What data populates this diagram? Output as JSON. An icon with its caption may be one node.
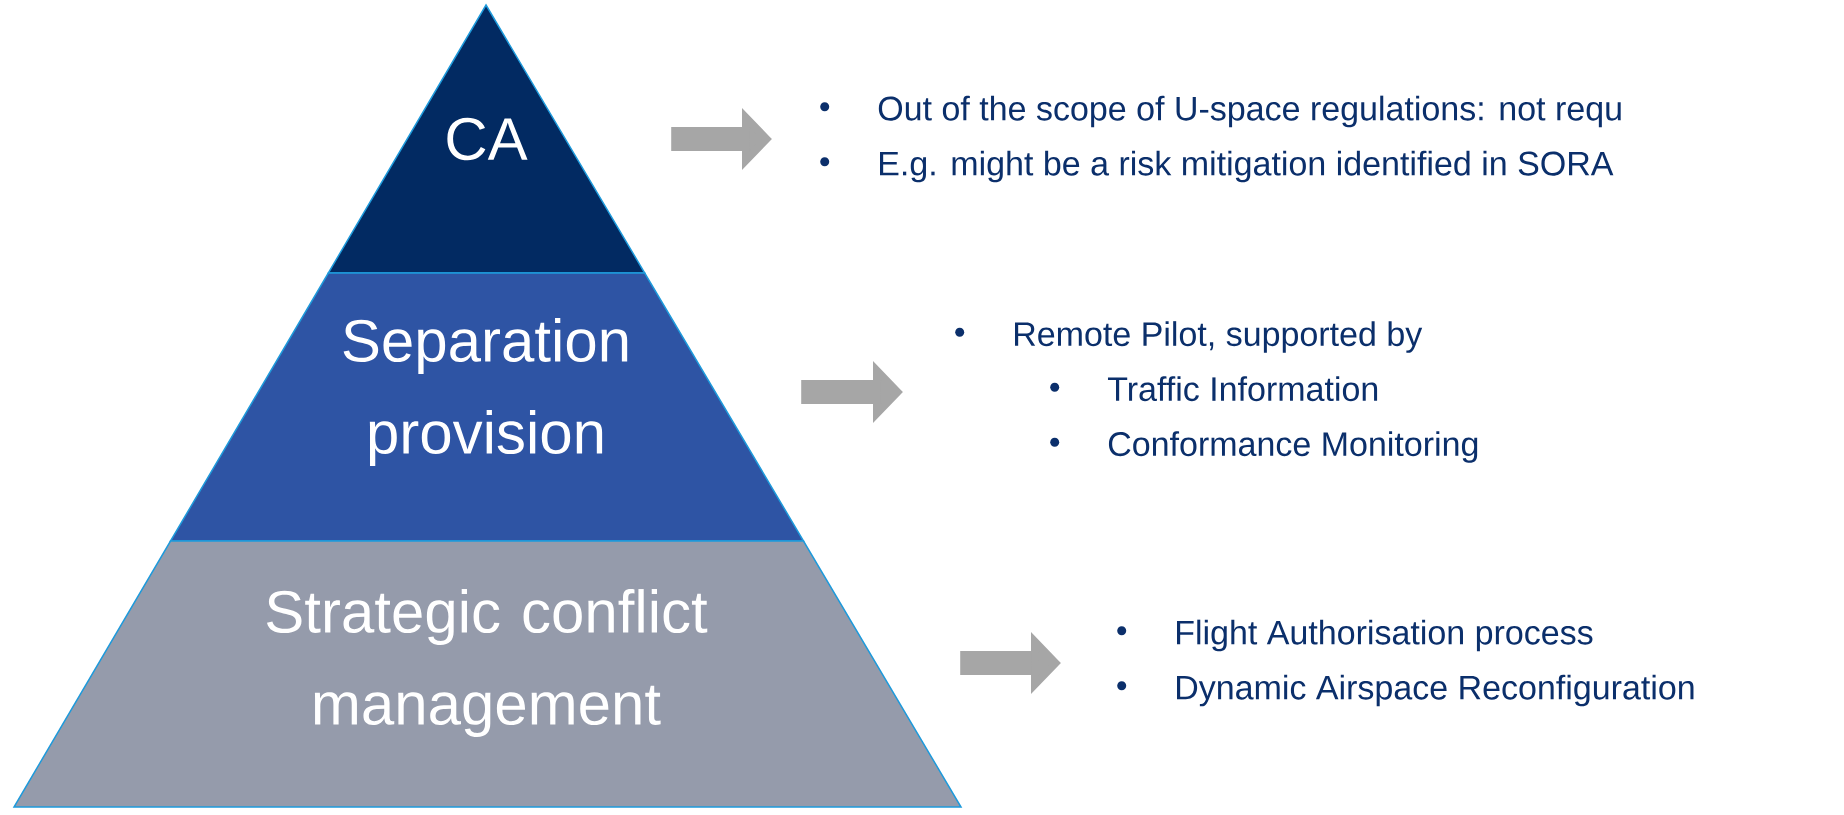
{
  "diagram": {
    "nodes": [
      {
        "text": [
          "CA"
        ]
      },
      {
        "text": [
          "Separation provision"
        ]
      },
      {
        "text": [
          "Strategic conflict management"
        ]
      },
      {
        "text": [
          "Out of the scope of U-space regulations: not requ",
          "E.g. might be a risk mitigation identified in SORA"
        ]
      },
      {
        "text": [
          "Remote Pilot, supported by",
          "Traffic Information",
          "Conformance Monitoring"
        ]
      },
      {
        "text": [
          "Flight Authorisation process",
          "Dynamic Airspace Reconfiguration"
        ]
      }
    ],
    "edges": [
      {
        "from": 0,
        "to": 3,
        "arrow": "to"
      },
      {
        "from": 1,
        "to": 4,
        "arrow": "to"
      },
      {
        "from": 2,
        "to": 5,
        "arrow": "to"
      }
    ]
  }
}
